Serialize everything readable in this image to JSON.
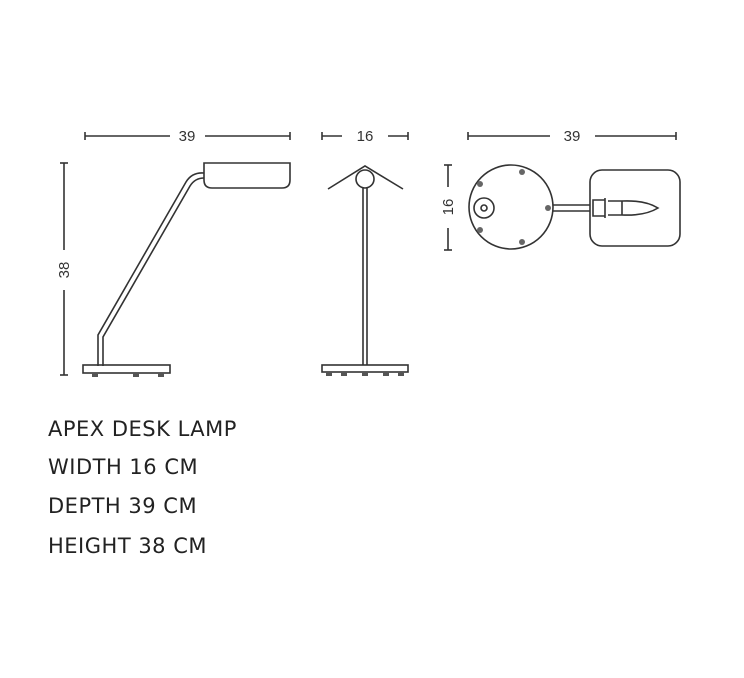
{
  "drawing": {
    "side_view": {
      "depth_label": "39",
      "height_label": "38"
    },
    "front_view": {
      "width_label": "16"
    },
    "top_view": {
      "depth_label": "39",
      "width_label": "16"
    }
  },
  "specs": {
    "name": "APEX DESK LAMP",
    "width": "WIDTH 16 CM",
    "depth": "DEPTH 39 CM",
    "height": "HEIGHT 38 CM"
  }
}
